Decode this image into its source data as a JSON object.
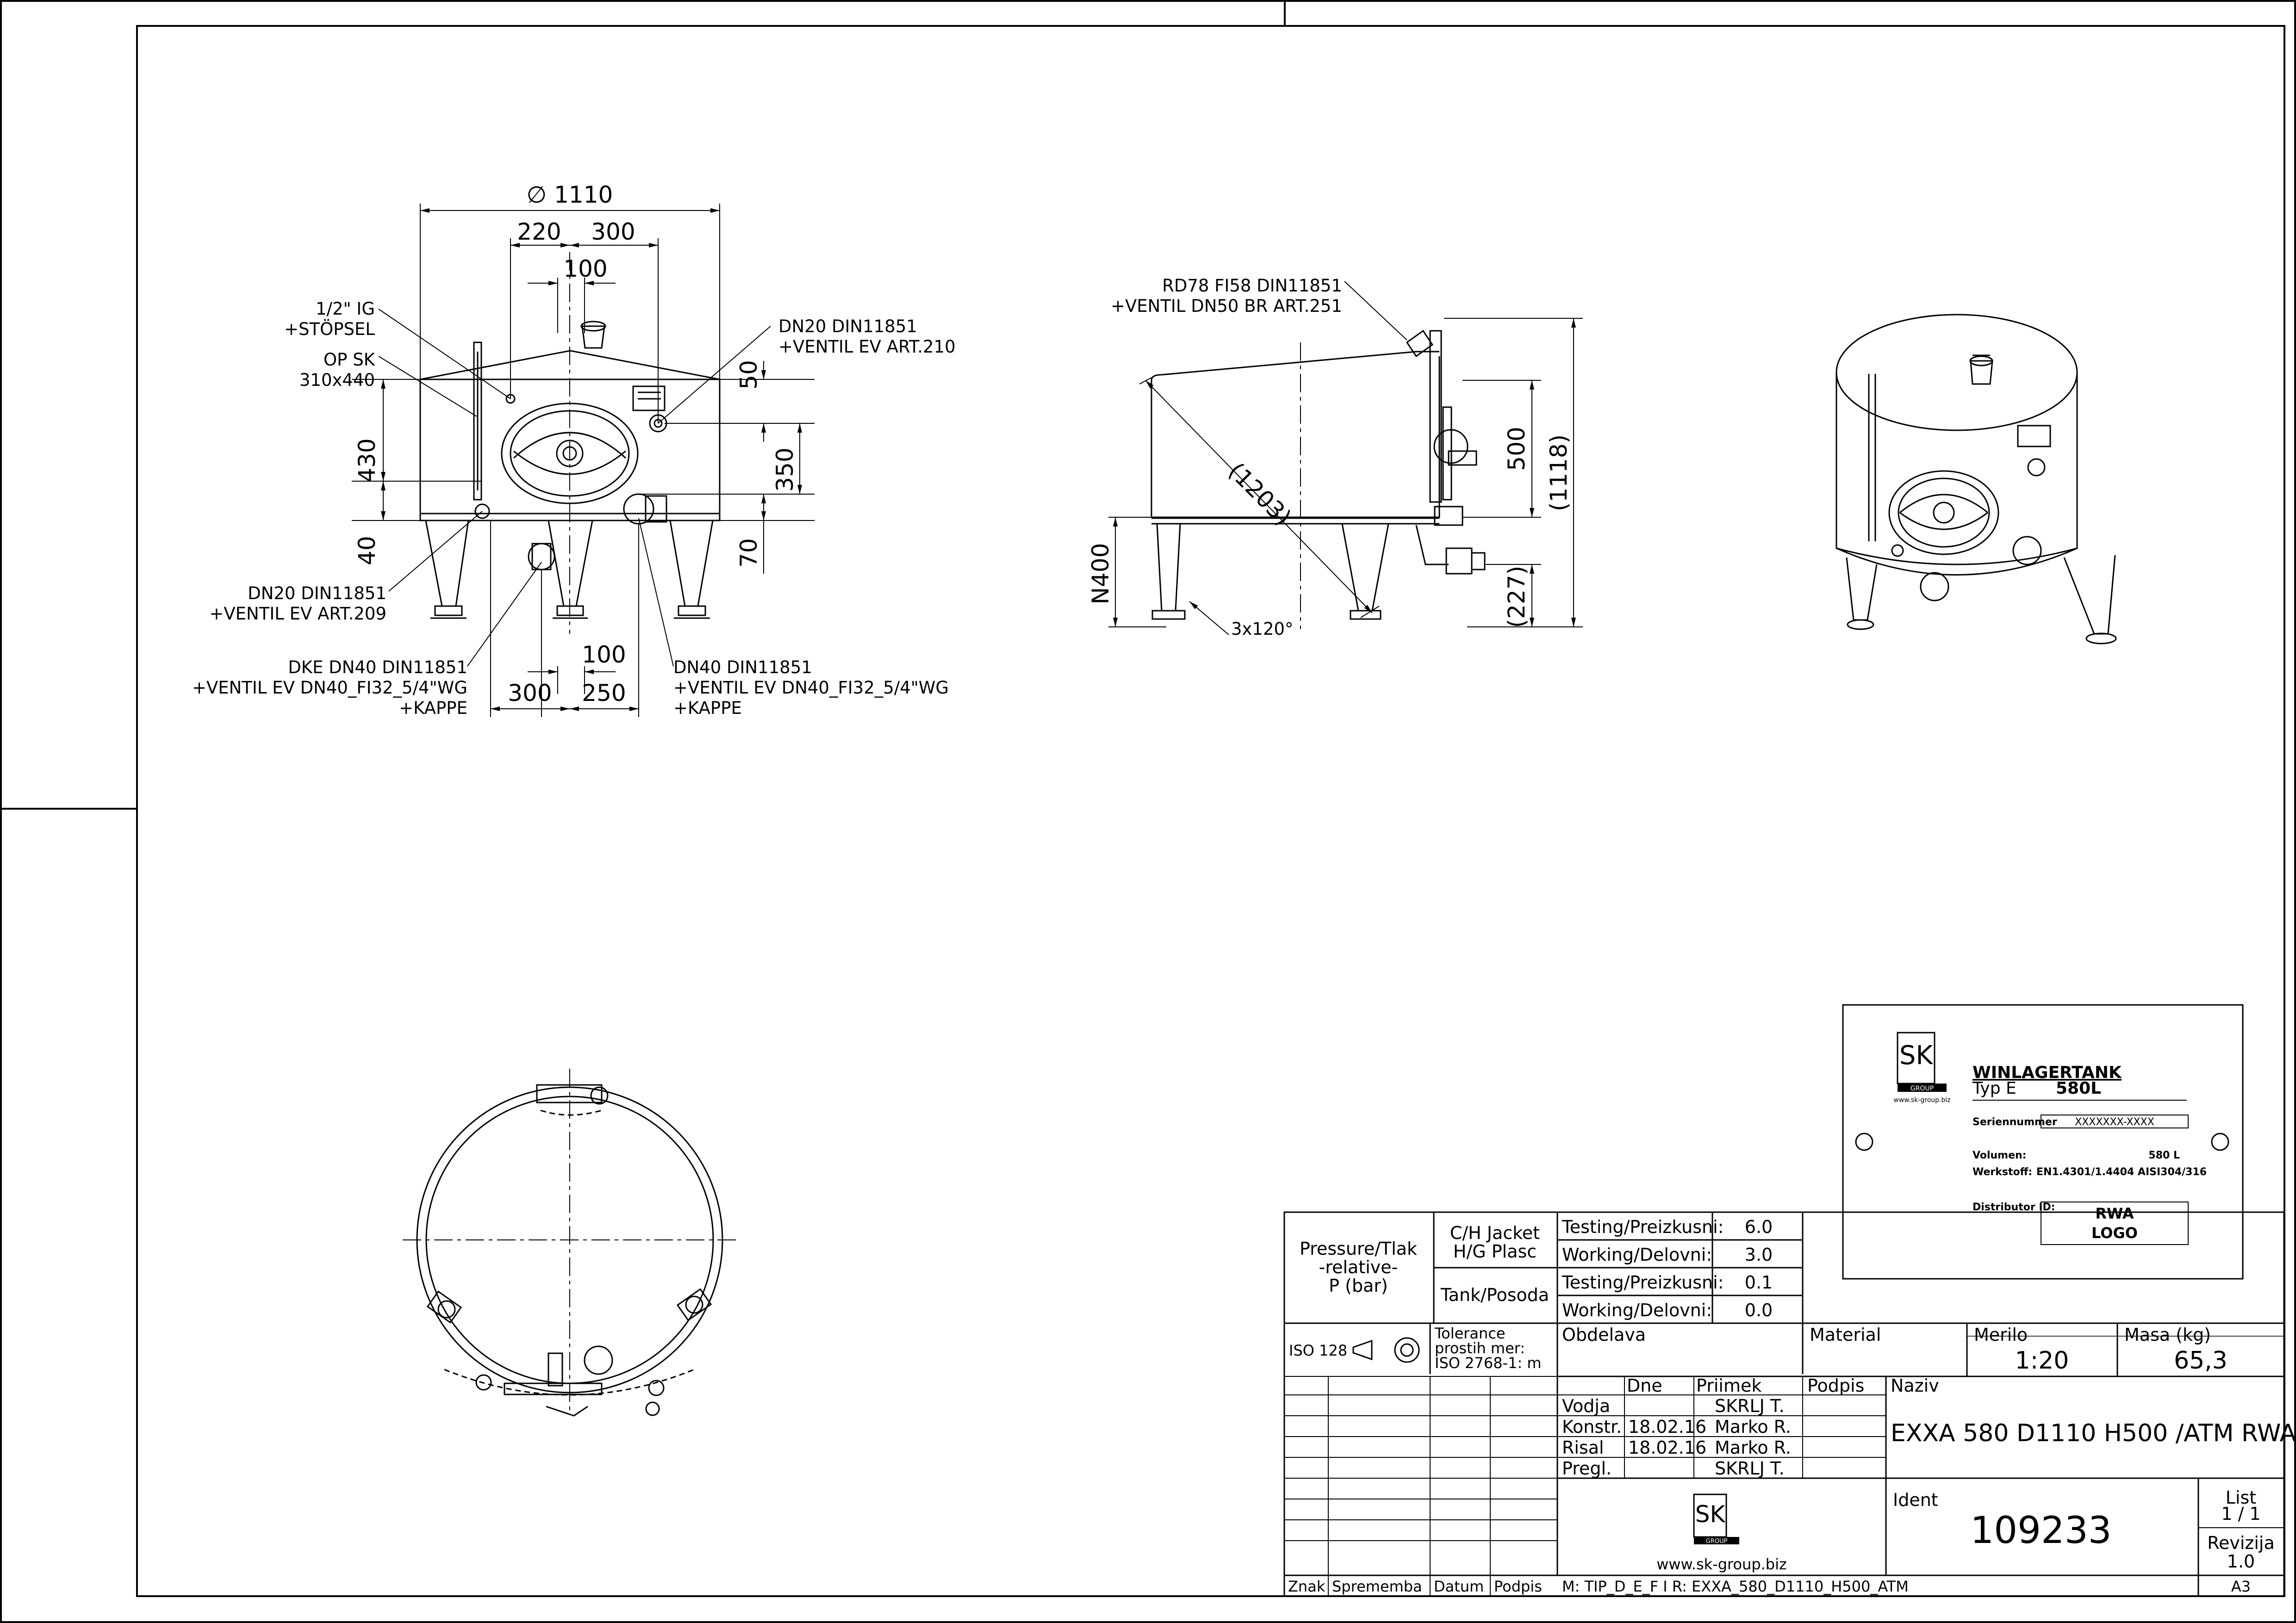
{
  "views": {
    "front": {
      "dims": {
        "diameter": "∅ 1110",
        "d220": "220",
        "d300": "300",
        "d100_top": "100",
        "d50": "50",
        "d430": "430",
        "d350": "350",
        "d40": "40",
        "d70": "70",
        "d100_bottom": "100",
        "d300_bottom": "300",
        "d250": "250"
      },
      "callouts": {
        "plug_1": "1/2\" IG",
        "plug_2": "+STÖPSEL",
        "manhole_1": "OP SK",
        "manhole_2": "310x440",
        "valve210_1": "DN20 DIN11851",
        "valve210_2": "+VENTIL EV ART.210",
        "valve209_1": "DN20 DIN11851",
        "valve209_2": "+VENTIL EV ART.209",
        "dke_1": "DKE DN40 DIN11851",
        "dke_2": "+VENTIL EV DN40_FI32_5/4\"WG",
        "dke_3": "+KAPPE",
        "dn40_1": "DN40 DIN11851",
        "dn40_2": "+VENTIL EV DN40_FI32_5/4\"WG",
        "dn40_3": "+KAPPE"
      }
    },
    "side": {
      "callout_1": "RD78 FI58 DIN11851",
      "callout_2": "+VENTIL DN50 BR ART.251",
      "dims": {
        "d500": "500",
        "d1118": "(1118)",
        "d1203": "(1203)",
        "dN400": "N400",
        "d227": "(227)",
        "legs": "3x120°"
      }
    }
  },
  "plate": {
    "logo_text": "SK",
    "logo_sub": "GROUP",
    "logo_url": "www.sk-group.biz",
    "title": "WINLAGERTANK",
    "type_prefix": "Typ E",
    "type_value": "580L",
    "serial_label": "Seriennummer",
    "serial_value": "XXXXXXX-XXXX",
    "volume_label": "Volumen:",
    "volume_value": "580 L",
    "material_label": "Werkstoff:",
    "material_value": "EN1.4301/1.4404  AISI304/316",
    "distributor_label": "Distributor ID:",
    "distributor_value_1": "RWA",
    "distributor_value_2": "LOGO"
  },
  "title_block": {
    "pressure_label": "Pressure/Tlak -relative- P (bar)",
    "jacket_label": "C/H Jacket H/G Plasc",
    "tank_label": "Tank/Posoda",
    "jacket_testing_label": "Testing/Preizkusni:",
    "jacket_testing_value": "6.0",
    "jacket_working_label": "Working/Delovni:",
    "jacket_working_value": "3.0",
    "tank_testing_label": "Testing/Preizkusni:",
    "tank_testing_value": "0.1",
    "tank_working_label": "Working/Delovni:",
    "tank_working_value": "0.0",
    "iso": "ISO 128",
    "tolerance": "Tolerance prostih mer: ISO 2768-1: m",
    "obdelava_label": "Obdelava",
    "material_label": "Material",
    "scale_label": "Merilo",
    "scale_value": "1:20",
    "mass_label": "Masa (kg)",
    "mass_value": "65,3",
    "col_dne": "Dne",
    "col_priimek": "Priimek",
    "col_podpis": "Podpis",
    "naziv_label": "Naziv",
    "naziv_value": "EXXA 580 D1110 H500 /ATM RWA",
    "rows": [
      {
        "role": "Vodja",
        "date": "",
        "name": "SKRLJ T."
      },
      {
        "role": "Konstr.",
        "date": "18.02.16",
        "name": "Marko R."
      },
      {
        "role": "Risal",
        "date": "18.02.16",
        "name": "Marko R."
      },
      {
        "role": "Pregl.",
        "date": "",
        "name": "SKRLJ T."
      }
    ],
    "ident_label": "Ident",
    "ident_value": "109233",
    "list_label": "List",
    "list_value": "1 / 1",
    "rev_label": "Revizija",
    "rev_value": "1.0",
    "logo_text": "SK",
    "logo_sub": "GROUP",
    "website": "www.sk-group.biz",
    "changes_znak": "Znak",
    "changes_sprememba": "Sprememba",
    "changes_datum": "Datum",
    "changes_podpis": "Podpis",
    "file_path": "M: TIP_D_E_F I R: EXXA_580_D1110_H500_ATM",
    "format": "A3"
  }
}
